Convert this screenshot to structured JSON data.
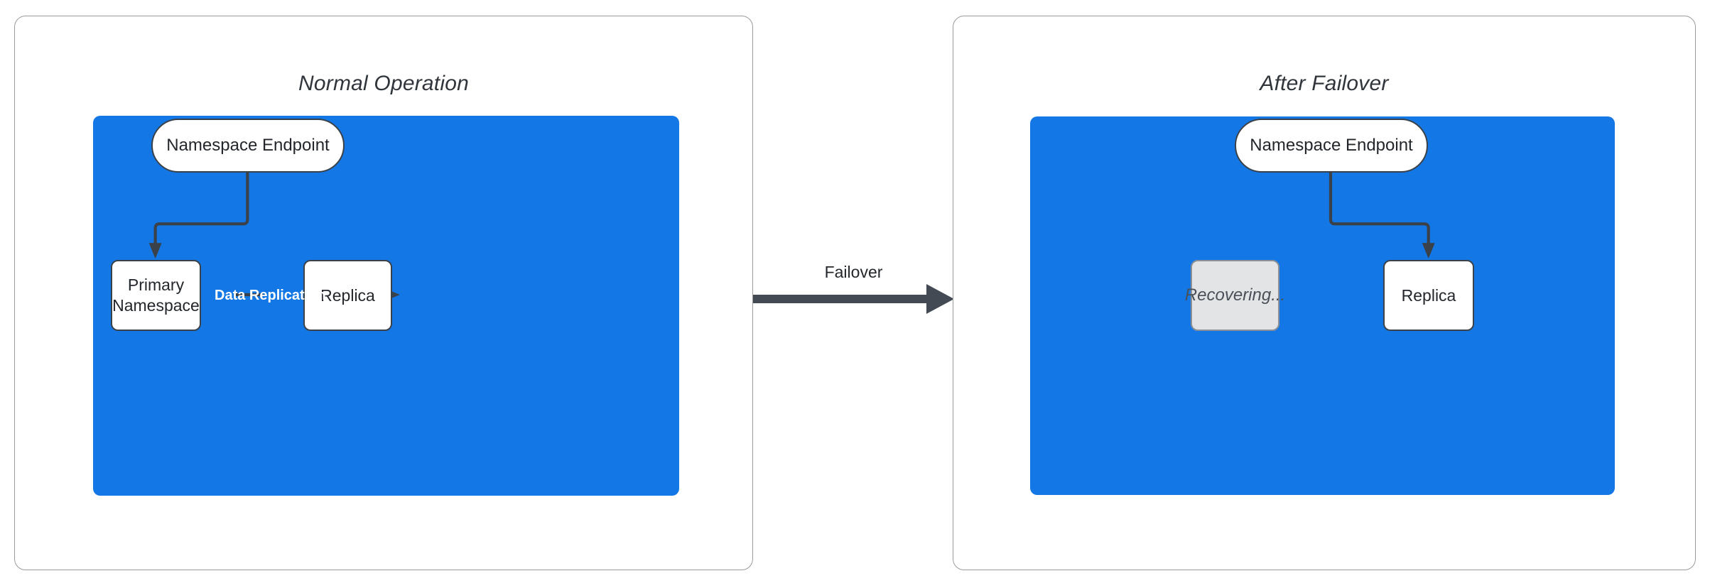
{
  "diagram": {
    "title_left": "Normal Operation",
    "title_right": "After Failover",
    "accent_color": "#1378E6",
    "stroke_color": "#3b4149",
    "muted_fill": "#E2E4E6",
    "panel_border_color": "#9a9a9a"
  },
  "panels": [
    {
      "id": "normal-operation",
      "title": "Normal Operation",
      "zone": {
        "label": "",
        "color": "#1378E6"
      },
      "nodes": [
        {
          "id": "endpoint-left",
          "label": "Namespace Endpoint",
          "shape": "pill",
          "state": "active"
        },
        {
          "id": "primary-namespace",
          "label": "Primary\nNamespace",
          "shape": "rect",
          "state": "active"
        },
        {
          "id": "replica-left",
          "label": "Replica",
          "shape": "rect",
          "state": "active"
        }
      ],
      "edges": [
        {
          "from": "endpoint-left",
          "to": "primary-namespace",
          "label": ""
        },
        {
          "from": "primary-namespace",
          "to": "replica-left",
          "label": "Data Replication"
        }
      ]
    },
    {
      "id": "after-failover",
      "title": "After Failover",
      "zone": {
        "label": "",
        "color": "#1378E6"
      },
      "nodes": [
        {
          "id": "endpoint-right",
          "label": "Namespace Endpoint",
          "shape": "pill",
          "state": "active"
        },
        {
          "id": "recovering",
          "label": "Recovering...",
          "shape": "rect",
          "state": "muted"
        },
        {
          "id": "replica-right",
          "label": "Replica",
          "shape": "rect",
          "state": "active"
        }
      ],
      "edges": [
        {
          "from": "endpoint-right",
          "to": "replica-right",
          "label": ""
        }
      ]
    }
  ],
  "transition": {
    "label": "Failover",
    "direction": "left-to-right"
  },
  "labels": {
    "namespace_endpoint": "Namespace Endpoint",
    "primary_namespace_line1": "Primary",
    "primary_namespace_line2": "Namespace",
    "replica": "Replica",
    "recovering": "Recovering...",
    "data_replication": "Data Replication",
    "failover": "Failover"
  }
}
